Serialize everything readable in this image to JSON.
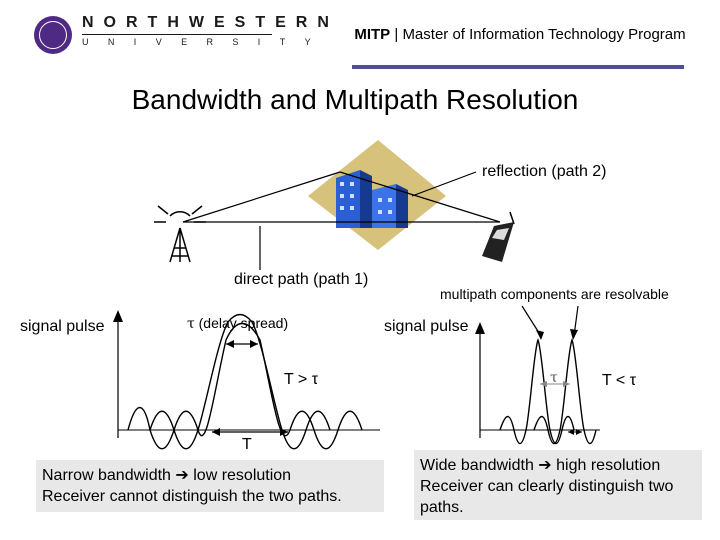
{
  "header": {
    "logo_name": "NORTHWESTERN",
    "logo_univ": "UNIVERSITY",
    "prefix": "MITP",
    "separator": " | ",
    "program": "Master of Information Technology Program"
  },
  "slide": {
    "title": "Bandwidth and Multipath Resolution"
  },
  "diagram": {
    "reflection_label": "reflection (path 2)",
    "direct_label": "direct path (path 1)",
    "resolvable_label": "multipath components are resolvable"
  },
  "left_panel": {
    "signal_label": "signal pulse",
    "delay_symbol": "τ",
    "delay_text": " (delay spread)",
    "relation": "T > τ",
    "period_label": "T",
    "caption_line1": "Narrow bandwidth ➔ low resolution",
    "caption_line2": "Receiver cannot distinguish the two paths."
  },
  "right_panel": {
    "signal_label": "signal pulse",
    "delay_symbol": "τ",
    "relation": "T < τ",
    "caption_line1": "Wide bandwidth ➔ high resolution",
    "caption_line2": "Receiver can clearly distinguish two paths."
  },
  "colors": {
    "caption_bg": "#e8e8e8",
    "accent_bar": "#4e4e9a",
    "seal": "#4e2a84",
    "building": "#2a5fd6",
    "ground": "#d6c27a"
  }
}
